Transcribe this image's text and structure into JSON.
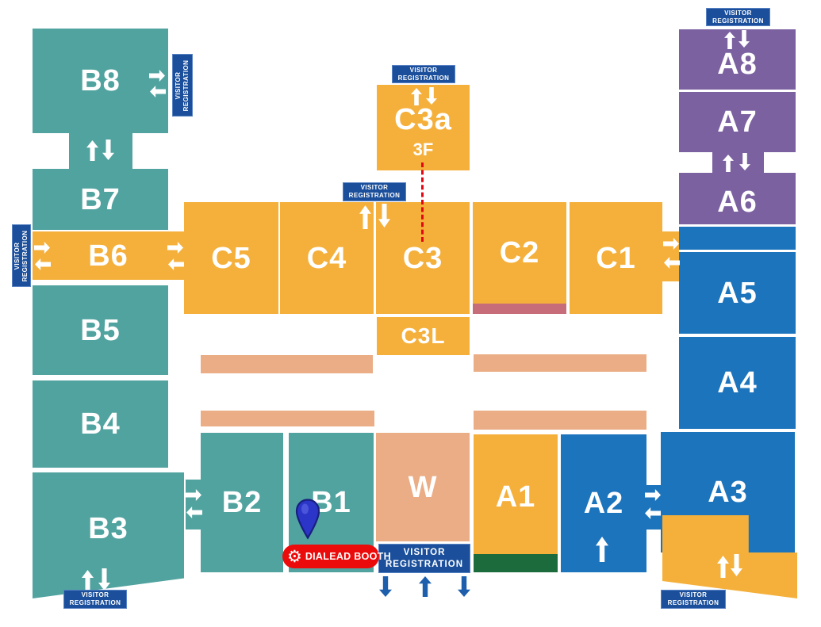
{
  "badge": {
    "line1": "VISITOR",
    "line2": "REGISTRATION"
  },
  "booth": {
    "label": "DIALEAD BOOTH"
  },
  "halls": {
    "b8": {
      "label": "B8"
    },
    "b7": {
      "label": "B7"
    },
    "b6": {
      "label": "B6"
    },
    "b5": {
      "label": "B5"
    },
    "b4": {
      "label": "B4"
    },
    "b3": {
      "label": "B3"
    },
    "b2": {
      "label": "B2"
    },
    "b1": {
      "label": "B1"
    },
    "c5": {
      "label": "C5"
    },
    "c4": {
      "label": "C4"
    },
    "c3": {
      "label": "C3"
    },
    "c2": {
      "label": "C2"
    },
    "c1": {
      "label": "C1"
    },
    "c3a": {
      "label": "C3a",
      "floor": "3F"
    },
    "c3l": {
      "label": "C3L"
    },
    "w": {
      "label": "W"
    },
    "a8": {
      "label": "A8"
    },
    "a7": {
      "label": "A7"
    },
    "a6": {
      "label": "A6"
    },
    "a5": {
      "label": "A5"
    },
    "a4": {
      "label": "A4"
    },
    "a3": {
      "label": "A3"
    },
    "a2": {
      "label": "A2"
    },
    "a1": {
      "label": "A1"
    }
  },
  "colors": {
    "teal": "#51A3A0",
    "orange": "#F5B03B",
    "salmon": "#EAAD85",
    "blue": "#1C74BC",
    "purple": "#7C61A1",
    "badge_navy": "#1B4F9B",
    "booth_red": "#EC0B0B",
    "pin_blue": "#2B36C9",
    "strip_pink": "#C66D79",
    "strip_green": "#1C6B3C",
    "dash_red": "#E30613",
    "arrow_blue": "#1D5FAD"
  }
}
